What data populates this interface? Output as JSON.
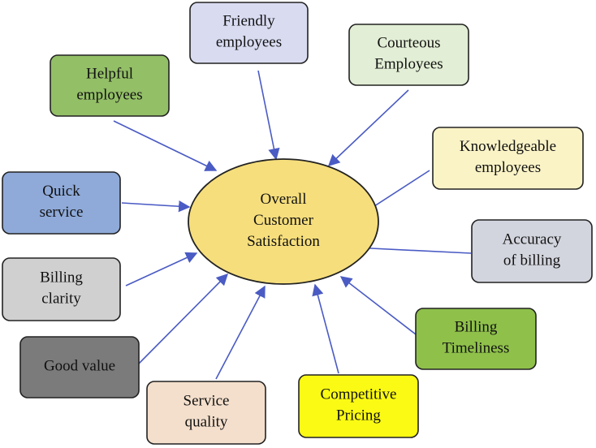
{
  "center": {
    "lines": [
      "Overall",
      "Customer",
      "Satisfaction"
    ],
    "fill": "#f6de7c"
  },
  "arrow_color": "#4a5bc4",
  "nodes": [
    {
      "id": "friendly-employees",
      "lines": [
        "Friendly",
        "employees"
      ],
      "fill": "#d9dcf1"
    },
    {
      "id": "courteous-employees",
      "lines": [
        "Courteous",
        "Employees"
      ],
      "fill": "#e2eed5"
    },
    {
      "id": "helpful-employees",
      "lines": [
        "Helpful",
        "employees"
      ],
      "fill": "#93bf67"
    },
    {
      "id": "knowledgeable-employees",
      "lines": [
        "Knowledgeable",
        "employees"
      ],
      "fill": "#faf3c6"
    },
    {
      "id": "quick-service",
      "lines": [
        "Quick",
        "service"
      ],
      "fill": "#8faad9"
    },
    {
      "id": "accuracy-of-billing",
      "lines": [
        "Accuracy",
        "of billing"
      ],
      "fill": "#d3d5de"
    },
    {
      "id": "billing-clarity",
      "lines": [
        "Billing",
        "clarity"
      ],
      "fill": "#d0d0d0"
    },
    {
      "id": "billing-timeliness",
      "lines": [
        "Billing",
        "Timeliness"
      ],
      "fill": "#8fc14a"
    },
    {
      "id": "good-value",
      "lines": [
        "Good value"
      ],
      "fill": "#7b7b7b"
    },
    {
      "id": "competitive-pricing",
      "lines": [
        "Competitive",
        "Pricing"
      ],
      "fill": "#fafa14"
    },
    {
      "id": "service-quality",
      "lines": [
        "Service",
        "quality"
      ],
      "fill": "#f4dfcc"
    }
  ]
}
